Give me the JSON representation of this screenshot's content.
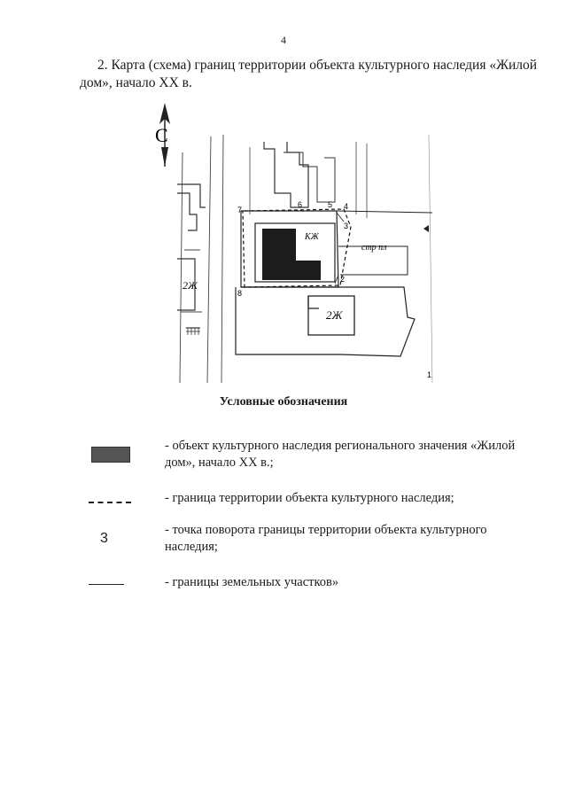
{
  "page": {
    "number": "4"
  },
  "heading": "2. Карта (схема) границ территории объекта культурного наследия «Жилой дом», начало XX в.",
  "scheme": {
    "north_symbol": "С",
    "zone_labels": {
      "main": "КЖ",
      "right": "стр пл",
      "south": "2Ж",
      "left": "2Ж"
    },
    "points": [
      "2",
      "3",
      "4",
      "5",
      "6",
      "7",
      "8"
    ],
    "edge_mark": "1"
  },
  "legend": {
    "title": "Условные обозначения",
    "items": [
      {
        "symbol": "filled-rect",
        "text": "- объект культурного наследия регионального значения «Жилой дом», начало XX в.;"
      },
      {
        "symbol": "dashed-line",
        "text": "- граница территории объекта культурного наследия;"
      },
      {
        "symbol": "number",
        "sample": "3",
        "text": "- точка поворота границы территории объекта культурного наследия;"
      },
      {
        "symbol": "solid-line",
        "text": "- границы земельных участков»"
      }
    ]
  }
}
